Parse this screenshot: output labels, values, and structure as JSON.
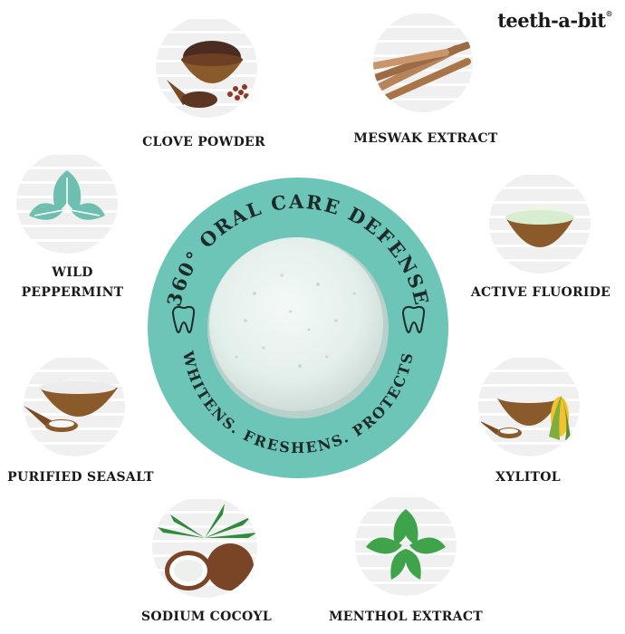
{
  "brand": {
    "name": "teeth-a-bit",
    "mark": "®"
  },
  "center": {
    "ring_top_text": "360° ORAL CARE DEFENSE",
    "ring_bottom_text": "WHITENS. FRESHENS. PROTECTS",
    "ring_color": "#6cc5b7",
    "text_color": "#1d2a2a"
  },
  "ingredients": [
    {
      "name": "CLOVE POWDER"
    },
    {
      "name": "MESWAK EXTRACT"
    },
    {
      "name": "WILD",
      "name2": "PEPPERMINT"
    },
    {
      "name": "ACTIVE FLUORIDE"
    },
    {
      "name": "PURIFIED SEASALT"
    },
    {
      "name": "XYLITOL"
    },
    {
      "name": "SODIUM COCOYL"
    },
    {
      "name": "MENTHOL EXTRACT"
    }
  ]
}
